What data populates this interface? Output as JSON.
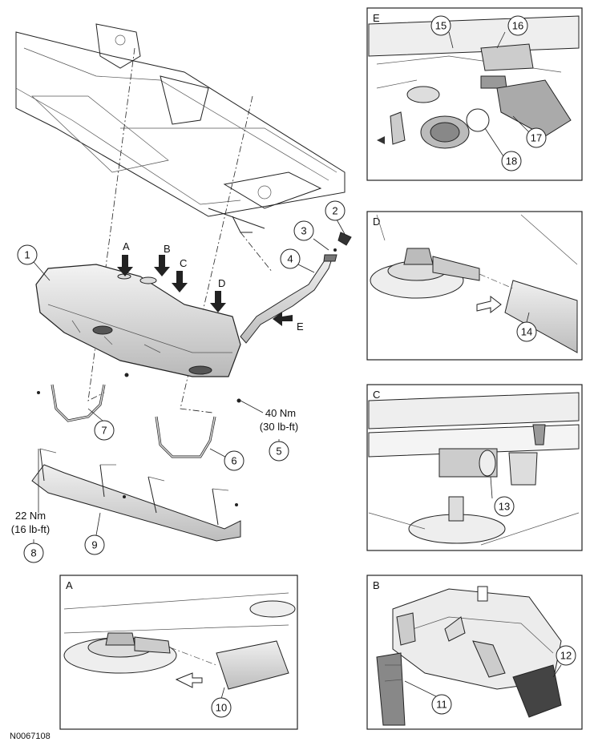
{
  "figure_id": "N0067108",
  "callouts": {
    "c1": "1",
    "c2": "2",
    "c3": "3",
    "c4": "4",
    "c5": "5",
    "c6": "6",
    "c7": "7",
    "c8": "8",
    "c9": "9",
    "c10": "10",
    "c11": "11",
    "c12": "12",
    "c13": "13",
    "c14": "14",
    "c15": "15",
    "c16": "16",
    "c17": "17",
    "c18": "18"
  },
  "view_arrows": {
    "A": "A",
    "B": "B",
    "C": "C",
    "D": "D",
    "E": "E"
  },
  "torque": {
    "strap_nm": "40 Nm",
    "strap_lbft": "(30 lb-ft)",
    "crossmember_nm": "22 Nm",
    "crossmember_lbft": "(16 lb-ft)"
  },
  "panels": {
    "A": "A",
    "B": "B",
    "C": "C",
    "D": "D",
    "E": "E"
  }
}
